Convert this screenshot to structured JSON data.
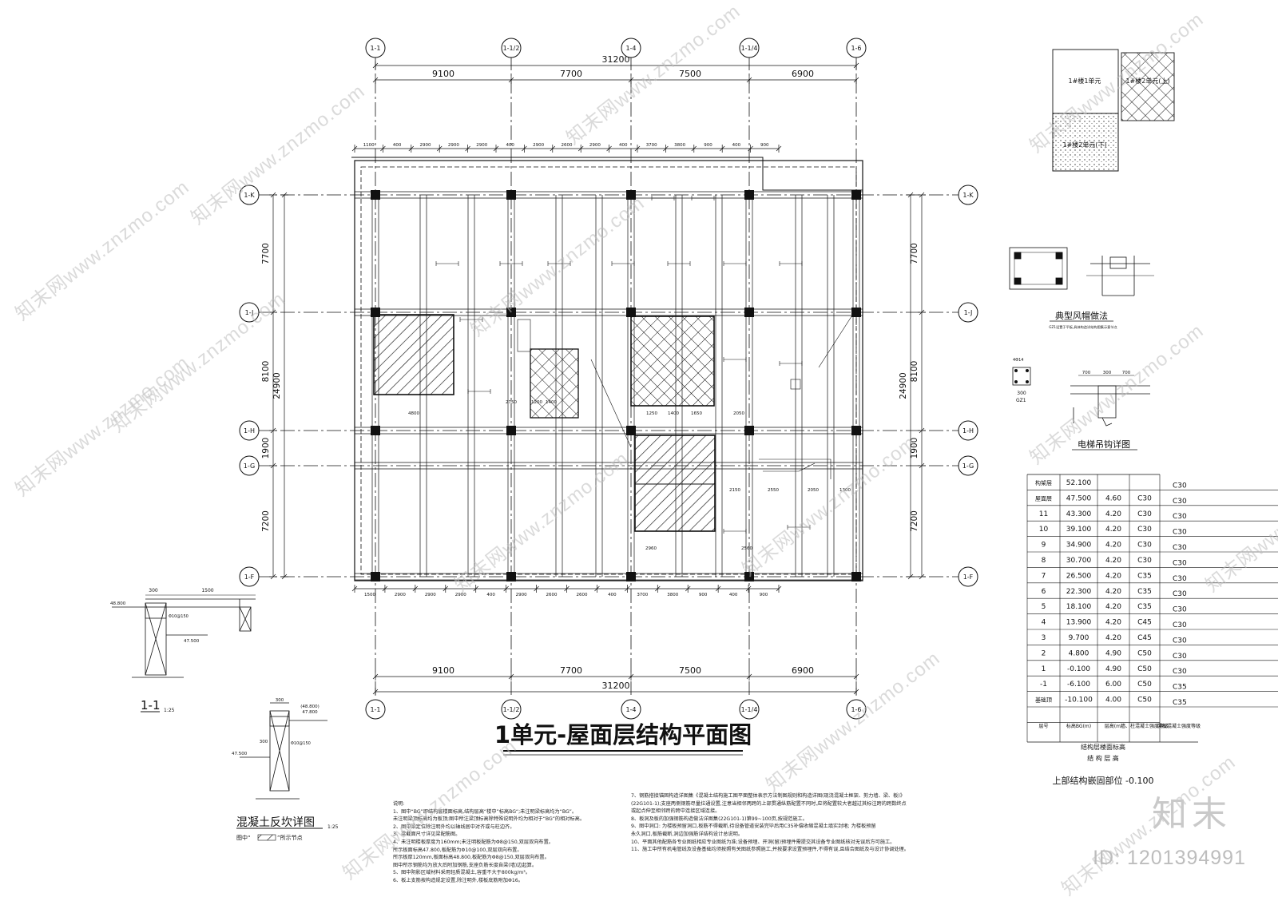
{
  "plan": {
    "title": "1单元-屋面层结构平面图",
    "axes_top": [
      "1-1",
      "1-1/2",
      "1-4",
      "1-1/4",
      "1-6"
    ],
    "axes_bottom": [
      "1-1",
      "1-1/2",
      "1-4",
      "1-1/4",
      "1-6"
    ],
    "axes_side": [
      "1-K",
      "1-J",
      "1-H",
      "1-G",
      "1-F"
    ],
    "total_width": "31200",
    "bay_widths": [
      "9100",
      "7700",
      "7500",
      "6900"
    ],
    "side_dims": [
      "7700",
      "8100",
      "1900",
      "7200"
    ],
    "side_total": "24900",
    "small_dims_top": [
      "1100",
      "400",
      "2900",
      "2900",
      "2900",
      "400",
      "2900",
      "2600",
      "2900",
      "400",
      "3700",
      "3800",
      "900",
      "400",
      "900"
    ],
    "small_dims_bottom": [
      "1500",
      "2900",
      "2900",
      "2900",
      "400",
      "2900",
      "2600",
      "2600",
      "400",
      "3700",
      "3800",
      "900",
      "400",
      "900"
    ],
    "inner_dims": [
      "4800",
      "1250",
      "1400",
      "1650",
      "2050",
      "2550",
      "2050",
      "1300",
      "2150",
      "1200",
      "1400",
      "2750",
      "2960",
      "2560"
    ]
  },
  "detail_11": {
    "label": "1-1",
    "scale": "1:25",
    "dims": [
      "300",
      "1500"
    ],
    "elev_a": "48.800",
    "elev_b": "47.500",
    "bar": "Φ10@150"
  },
  "detail_curb": {
    "title": "混凝土反坎详图",
    "scale": "1:25",
    "note": "图中“",
    "note_tail": "”所示节点",
    "dims": [
      "300",
      "(48.800)",
      "47.800",
      "300"
    ],
    "elev": "47.500",
    "bar": "Φ10@150"
  },
  "key_plan": {
    "label_1": "1#楼1单元",
    "label_2": "1#楼2单元(上)",
    "label_3": "1#楼2单元(下)"
  },
  "vent_detail": {
    "title": "典型风帽做法",
    "note": "GZ1设置于平板,具体构造详结构图集示意节点",
    "col_label": "GZ1",
    "col_dim": "300",
    "bars": "4Φ14"
  },
  "elevator_detail": {
    "title": "电梯吊钩详图",
    "dims": [
      "700",
      "300",
      "700"
    ]
  },
  "level_table": {
    "rows": [
      [
        "构架层",
        "52.100",
        "",
        ""
      ],
      [
        "屋面层",
        "47.500",
        "4.60",
        "C30"
      ],
      [
        "11",
        "43.300",
        "4.20",
        "C30"
      ],
      [
        "10",
        "39.100",
        "4.20",
        "C30"
      ],
      [
        "9",
        "34.900",
        "4.20",
        "C30"
      ],
      [
        "8",
        "30.700",
        "4.20",
        "C30"
      ],
      [
        "7",
        "26.500",
        "4.20",
        "C35"
      ],
      [
        "6",
        "22.300",
        "4.20",
        "C35"
      ],
      [
        "5",
        "18.100",
        "4.20",
        "C35"
      ],
      [
        "4",
        "13.900",
        "4.20",
        "C45"
      ],
      [
        "3",
        "9.700",
        "4.20",
        "C45"
      ],
      [
        "2",
        "4.800",
        "4.90",
        "C50"
      ],
      [
        "1",
        "-0.100",
        "4.90",
        "C50"
      ],
      [
        "-1",
        "-6.100",
        "6.00",
        "C50"
      ],
      [
        "基础顶",
        "-10.100",
        "4.00",
        "C50"
      ]
    ],
    "beam_grades": [
      "C30",
      "C30",
      "C30",
      "C30",
      "C30",
      "C30",
      "C30",
      "C30",
      "C30",
      "C30",
      "C30",
      "C30",
      "C30",
      "C35",
      "C35"
    ],
    "header": [
      "层号",
      "标高BG(m)",
      "层高(m)",
      "墙、柱混凝土强度等级",
      "梁板混凝土强度等级"
    ],
    "caption_1": "结构层楼面标高",
    "caption_2": "结 构 层 高",
    "caption_3": "上部结构嵌固部位 -0.100"
  },
  "notes": [
    "说明:",
    "1、图中“BG”即结构层楼面标高,结构层高“楼中”标高BG“;未注明梁标高均为“BG”。",
    "   未注明梁顶标高均为板顶;图中所注梁顶标高除特殊说明外均为相对于“BG”的相对标高。",
    "2、图中梁定位除注明外均以轴线居中对齐或与柱边齐。",
    "3、梁截面尺寸详见梁配筋图。",
    "4、未注明楼板厚度为160mm;未注明板配筋为Φ8@150,双层双向布置。",
    "   所示板面标高47.800,板配筋为Φ10@100,双层双向布置。",
    "   所示板厚120mm,板面标高48.800,板配筋为Φ8@150,双层双向布置。",
    "   图中所示钢筋均为放大后附加钢筋,支座负筋长度自梁(墙)边起算。",
    "5、图中阴影区域材料采用轻质混凝土,容重不大于800kg/m³。",
    "6、板上支筋按构造规定设置,除注明外,楼板底筋附加Φ16。",
    "7、钢筋搭接锚固构造详图集《混凝土结构施工图平面整体表示方法制图规则和构造详图(现浇混凝土框架、剪力墙、梁、板)》",
    "(22G101-1);支座两侧钢筋尽量拉通设置,注意当相邻两跨的上部贯通纵筋配置不同时,应将配置较大者越过其标注跨的跨数终点",
    "或起点伸至相邻跨的跨中连接区域连接。",
    "8、板洞及板的加强钢筋构造做法详图集(22G101-1)第99~100页,按规范施工。",
    "9、图中洞口:     为楼板预留洞口,板筋不得截断,待设备管道安装完毕后用C35补偿收缩混凝土填实封堵;     为楼板预留",
    "   永久洞口,板筋截断,洞边加强筋详结构设计总说明。",
    "10、平面其他配筋各专业图纸相应专业图纸为准;设备预埋、开洞(留)预埋件需提交其设备专业图纸核对无误后方可施工。",
    "11、施工中所有机电管线及设备基础均须按照有关图纸参照施工,并按要求设置预埋件,不得有误,且结合图纸及与设计协调处理。"
  ],
  "watermarks": [
    "知末网www.znzmo.com"
  ],
  "brand": "知末",
  "image_id": "ID: 1201394991",
  "colors": {
    "line": "#111111",
    "watermark": "#bdbdbd"
  }
}
